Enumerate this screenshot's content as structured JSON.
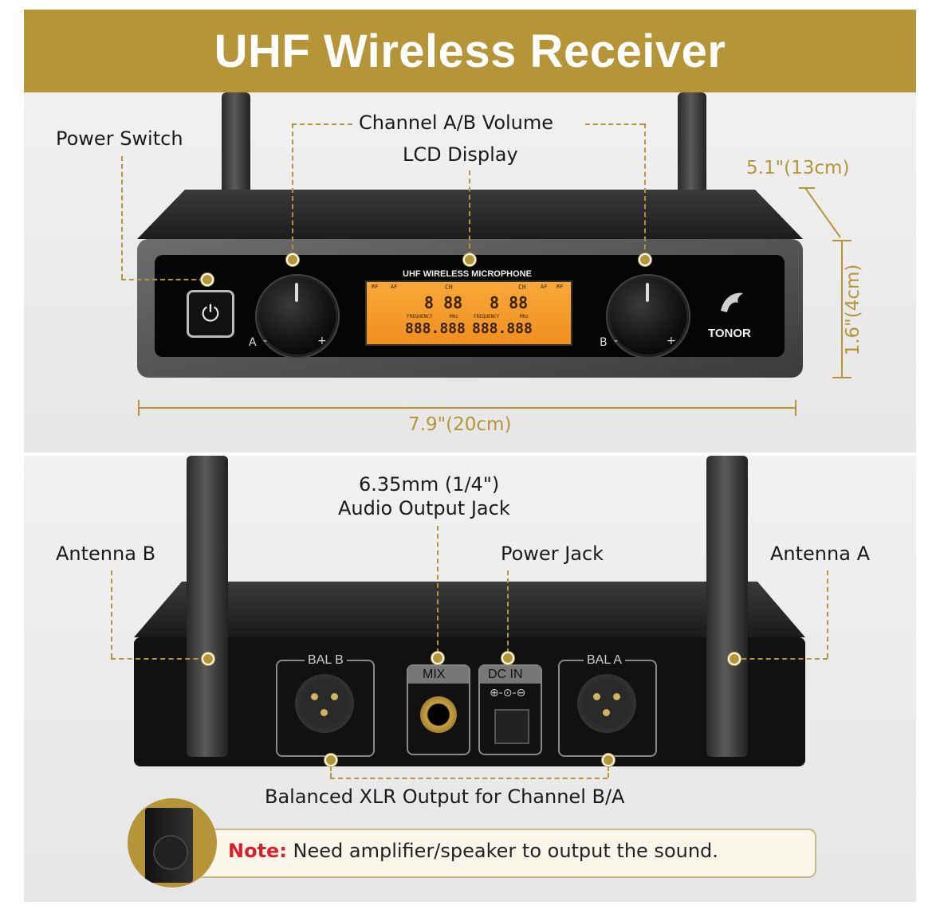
{
  "title": "UHF Wireless Receiver",
  "front": {
    "power_switch": "Power Switch",
    "channel_volume": "Channel A/B Volume",
    "lcd_display": "LCD Display",
    "depth": "5.1\"(13cm)",
    "height": "1.6\"(4cm)",
    "width": "7.9\"(20cm)",
    "panel_label": "UHF WIRELESS MICROPHONE",
    "brand": "TONOR",
    "knob_a": "A",
    "knob_b": "B",
    "minus": "-",
    "plus": "+",
    "lcd_ch": "CH",
    "lcd_freq": "FREQUENCY",
    "lcd_mhz": "MHz",
    "lcd_rf": "RF",
    "lcd_af": "AF",
    "lcd_ch_digits": "8 88",
    "lcd_freq_digits": "888.888"
  },
  "back": {
    "audio_jack_line1": "6.35mm (1/4\")",
    "audio_jack_line2": "Audio Output Jack",
    "antenna_b": "Antenna B",
    "power_jack": "Power Jack",
    "antenna_a": "Antenna A",
    "bal_b": "BAL B",
    "mix": "MIX",
    "dc_in": "DC IN",
    "bal_a": "BAL A",
    "xlr_output": "Balanced XLR Output for Channel B/A"
  },
  "note": {
    "label": "Note:",
    "text": " Need amplifier/speaker to output the sound."
  },
  "colors": {
    "gold": "#b59537",
    "note_red": "#d6202a"
  }
}
